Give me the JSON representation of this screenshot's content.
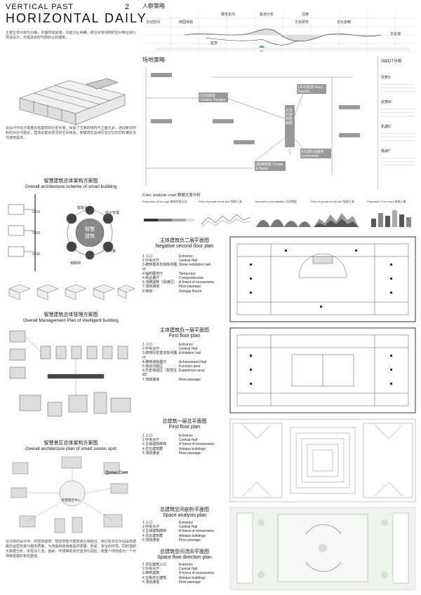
{
  "header": {
    "title_top": "VERTICAL PAST",
    "page_no": "2",
    "title_main": "HORIZONTAL DAILY"
  },
  "intro_text": "主楼主体为现代风格，平面布局紧凑，功能分区明确，结合原有场地的空间特征进行改造设计，形成具有时代感的公共建筑。",
  "intro_text2": "在设计中充分尊重原有建筑的历史价值，保留了主要的结构与立面元素，通过新旧材料的对比与融合，营造出富有层次的空间体验，使建筑在延续历史记忆的同时满足当代使用需求。",
  "crowd": {
    "title": "人群策略",
    "tags": [
      "文创空间",
      "文化馆",
      "展览走向",
      "客流分析",
      "住宿",
      "文化走廊",
      "文化研究",
      "鉴赏",
      "田园体验"
    ]
  },
  "site": {
    "title": "场地策略",
    "nodes": [
      "2文创旅游 Creative Tourism",
      "1乡村旅游 Rural Tourism",
      "4文創社会服务 Community sharing",
      "3民宿度假 Create A Hostel"
    ],
    "center": "大空间多样性体验"
  },
  "swot": {
    "title": "SWOT分析",
    "items": [
      "优势S",
      "劣势W",
      "机遇O",
      "挑战T"
    ]
  },
  "color_chart": {
    "title": "Color analysis chart  数据大发分析",
    "captions": [
      "Proportion of tour age 旅游年龄占比",
      "Flow of people in the plot 场地人流",
      "Geometric wall statistics 几何墙面",
      "Flow of people in the plot 场地人流",
      "Proportion Tour mood 旅游心情"
    ]
  },
  "smart_building": {
    "cn": "智慧建筑总体架构方案图",
    "en": "Overall architecture scheme of smart building",
    "center_cn": "智慧建筑",
    "years": [
      "2015",
      "2020",
      "2030"
    ],
    "labels": [
      "智能设备",
      "综合管理",
      "云计算",
      "物联网"
    ]
  },
  "management": {
    "cn": "智慧建筑总体管理方案图",
    "en": "Overall Management Plan of intelligent building"
  },
  "scenic": {
    "cn": "智慧景区总体架构方案图",
    "en": "Overall architecture plan of smart scenic spot",
    "center": "智慧景区中心",
    "brand": "Qunar.Com"
  },
  "footer_text": "在项目的设计中，将智慧建筑、智慧管理与智慧景区相结合，通过信息化手段提高建筑的运营效率与服务质量，为游客和使用者提供便捷、舒适、安全的环境。同时借助大数据分析，实现对人流、能耗、环境等的实时监测与调控，使整个场地成为一个可持续发展的有机整体。",
  "plans": [
    {
      "cn": "主体建筑负二层平面图",
      "en": "Negative second floor plan",
      "rows": [
        [
          "1 入口",
          "Entrance"
        ],
        [
          "2 中央大厅",
          "Central Hall"
        ],
        [
          "3 碑林基本石刻陈列展厅",
          "Stone exhibition hall"
        ],
        [
          "4 临时展览厅",
          "Temporary"
        ],
        [
          "5 综合展厅",
          "Comprehensive"
        ],
        [
          "6 流碑成林（阅读区）",
          "A forest of monuments"
        ],
        [
          "7 流动通道",
          "Flow passage"
        ],
        [
          "8 库房",
          "Storage Room"
        ]
      ]
    },
    {
      "cn": "主体建筑负一层平面图",
      "en": "First floor plan",
      "rows": [
        [
          "1 入口",
          "Entrance"
        ],
        [
          "2 中央大厅",
          "Central Hall"
        ],
        [
          "3 碑林历史基本陈列展厅",
          "Exhibition hall"
        ],
        [
          "4 碑林成就展厅",
          "Achievement Hall"
        ],
        [
          "5 综合功能区",
          "Function area"
        ],
        [
          "6 历史体验区（智慧互动）",
          "Experience area"
        ],
        [
          "7 流动通道",
          "Flow passage"
        ]
      ]
    },
    {
      "cn": "总建筑一层总平面图",
      "en": "First floor plan",
      "rows": [
        [
          "1 入口",
          "Entrance"
        ],
        [
          "2 中央大厅",
          "Central Hall"
        ],
        [
          "3 主体建筑碑林",
          "A forest of monuments"
        ],
        [
          "4 仿古建筑群",
          "Antique buildings"
        ],
        [
          "5 流动通道",
          "Flow passage"
        ]
      ]
    },
    {
      "cn": "总建筑空间剖析平面图",
      "en": "Space analysis plan",
      "rows": [
        [
          "1 入口",
          "Entrance"
        ],
        [
          "2 中央大厅",
          "Central Hall"
        ],
        [
          "3 主体建筑碑林",
          "A forest of monuments"
        ],
        [
          "4 仿古建筑群",
          "Antique buildings"
        ],
        [
          "5 流动通道",
          "Flow passage"
        ]
      ]
    },
    {
      "cn": "总建筑空间流向平面图",
      "en": "Space flow direction plan",
      "rows": [
        [
          "1 仿古建筑入口",
          "Entrance"
        ],
        [
          "2 中央大厅",
          "Central Hall"
        ],
        [
          "3 碑林建筑",
          "A forest of monuments"
        ],
        [
          "4 古街仿古建筑",
          "Antique buildings"
        ],
        [
          "5 流动通道",
          "Flow passage"
        ]
      ]
    }
  ]
}
